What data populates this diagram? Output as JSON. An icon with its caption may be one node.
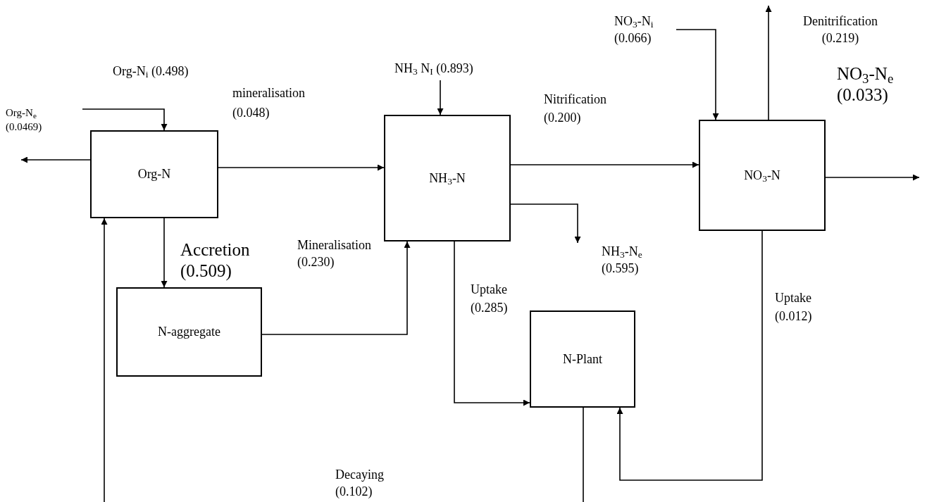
{
  "diagram": {
    "nodes": [
      {
        "text": [
          "Org-N"
        ]
      },
      {
        "text": [
          "N-aggregate"
        ]
      },
      {
        "text": [
          "NH$_{3}$-N"
        ]
      },
      {
        "text": [
          "N-Plant"
        ]
      },
      {
        "text": [
          "NO$_{3}$-N"
        ]
      }
    ],
    "edges": [
      {
        "from": null,
        "to": 0,
        "arrow": "to",
        "label": "Org-N$_{i}$  (0.498)"
      },
      {
        "from": 0,
        "to": null,
        "arrow": "to",
        "label": "Org-N$_{e}$ (0.0469)"
      },
      {
        "from": 0,
        "to": 2,
        "arrow": "to",
        "label": "mineralisation (0.048)"
      },
      {
        "from": null,
        "to": 2,
        "arrow": "to",
        "label": "NH$_{3}$ N$_{I}$ (0.893)"
      },
      {
        "from": 2,
        "to": 4,
        "arrow": "to",
        "label": "Nitrification (0.200)"
      },
      {
        "from": 2,
        "to": null,
        "arrow": "to",
        "label": "NH$_{3}$-N$_{e}$ (0.595)"
      },
      {
        "from": null,
        "to": 4,
        "arrow": "to",
        "label": "NO$_{3}$-N$_{i}$ (0.066)"
      },
      {
        "from": 4,
        "to": null,
        "arrow": "to",
        "label": "Denitrification (0.219)"
      },
      {
        "from": 4,
        "to": null,
        "arrow": "to",
        "label": "NO$_{3}$-N$_{e}$ (0.033)"
      },
      {
        "from": 0,
        "to": 1,
        "arrow": "to",
        "label": "Accretion (0.509)"
      },
      {
        "from": 1,
        "to": 2,
        "arrow": "to",
        "label": "Mineralisation (0.230)"
      },
      {
        "from": 2,
        "to": 3,
        "arrow": "to",
        "label": "Uptake (0.285)"
      },
      {
        "from": 4,
        "to": 3,
        "arrow": "to",
        "label": "Uptake (0.012)"
      },
      {
        "from": 3,
        "to": null,
        "arrow": "none"
      },
      {
        "from": null,
        "to": 0,
        "arrow": "to"
      }
    ],
    "labels": [
      "Decaying (0.102)"
    ]
  }
}
